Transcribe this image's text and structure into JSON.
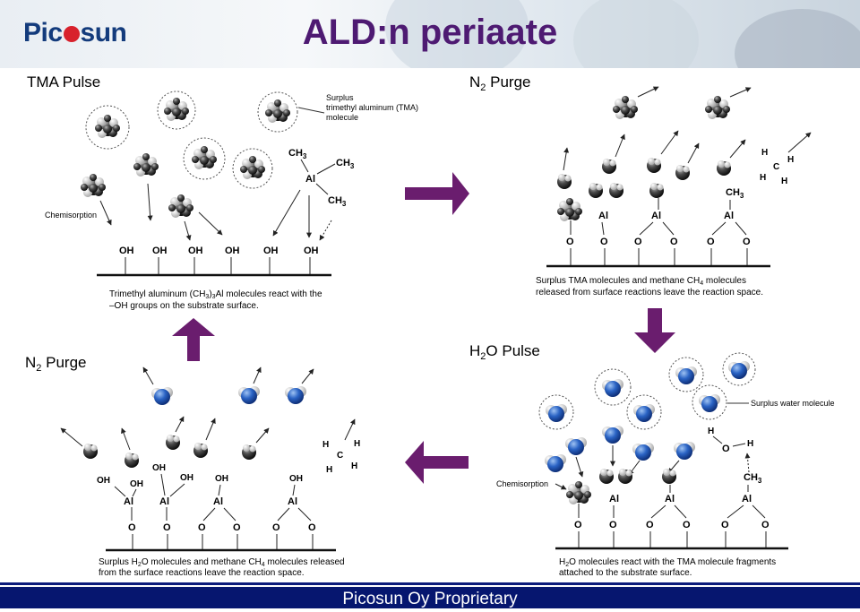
{
  "header": {
    "logo_prefix": "Pic",
    "logo_suffix": "sun",
    "title": "ALD:n periaate"
  },
  "footer": {
    "text": "Picosun Oy Proprietary"
  },
  "colors": {
    "title": "#4e1a72",
    "arrow": "#6a1d6e",
    "logo": "#133b7c",
    "logo_dot": "#d8212c",
    "footer": "#06166f",
    "water": "#1f58b5"
  },
  "panels": {
    "tma": {
      "title": "TMA Pulse",
      "surplus": [
        "Surplus",
        "trimethyl aluminum (TMA)",
        "molecule"
      ],
      "chemisorption": "Chemisorption",
      "ch3": "CH",
      "sub3": "3",
      "al": "Al",
      "oh": "OH",
      "caption": [
        "Trimethyl aluminum (CH",
        "3",
        ")",
        "3",
        "Al molecules react with the",
        "–OH groups on the substrate surface."
      ]
    },
    "n2a": {
      "title_pre": "N",
      "title_sub": "2",
      "title_post": " Purge",
      "ch3": "CH",
      "sub3": "3",
      "al": "Al",
      "o": "O",
      "h": "H",
      "c": "C",
      "caption": [
        "Surplus TMA molecules and methane CH",
        "4",
        " molecules",
        "released from surface reactions leave the reaction space."
      ]
    },
    "h2o": {
      "title_pre": "H",
      "title_sub": "2",
      "title_post": "O Pulse",
      "surplus": "Surplus water molecule",
      "chemisorption": "Chemisorption",
      "h": "H",
      "o": "O",
      "al": "Al",
      "ch3": "CH",
      "sub3": "3",
      "caption": [
        "H",
        "2",
        "O molecules react with the TMA molecule fragments",
        "attached to the substrate surface."
      ]
    },
    "n2b": {
      "title_pre": "N",
      "title_sub": "2",
      "title_post": " Purge",
      "oh": "OH",
      "al": "Al",
      "o": "O",
      "h": "H",
      "c": "C",
      "caption": [
        "Surplus H",
        "2",
        "O molecules and methane CH",
        "4",
        " molecules released",
        "from the surface reactions leave the reaction space."
      ]
    }
  }
}
